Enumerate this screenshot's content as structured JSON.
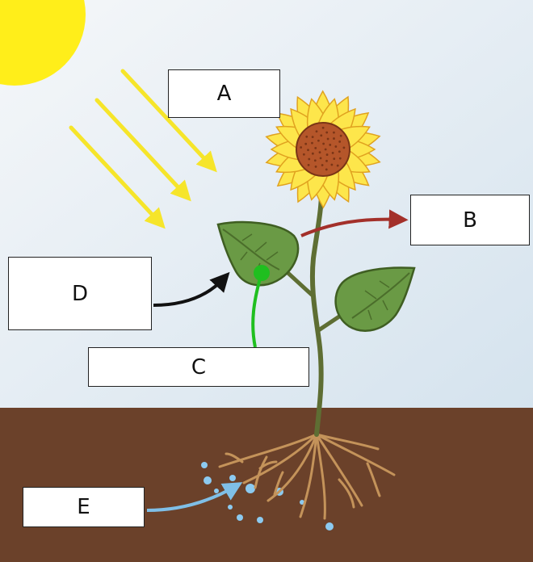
{
  "labels": {
    "a": "A",
    "b": "B",
    "c": "C",
    "d": "D",
    "e": "E"
  },
  "colors": {
    "sky_top": "#f4f6f8",
    "sky_bottom": "#d6e4ef",
    "sun": "#ffee1a",
    "sunlight_arrow": "#f6e52a",
    "soil": "#6b412a",
    "petal": "#fde64b",
    "petal_stroke": "#e0a21f",
    "flower_center": "#b5562a",
    "stem": "#5e6e33",
    "leaf": "#6a9a45",
    "leaf_stroke": "#3f5e22",
    "root": "#c4935a",
    "water": "#8ccaf0",
    "arrow_b": "#a3302a",
    "arrow_c": "#1fbf1f",
    "arrow_d": "#111111",
    "arrow_e": "#7fbfe7"
  }
}
